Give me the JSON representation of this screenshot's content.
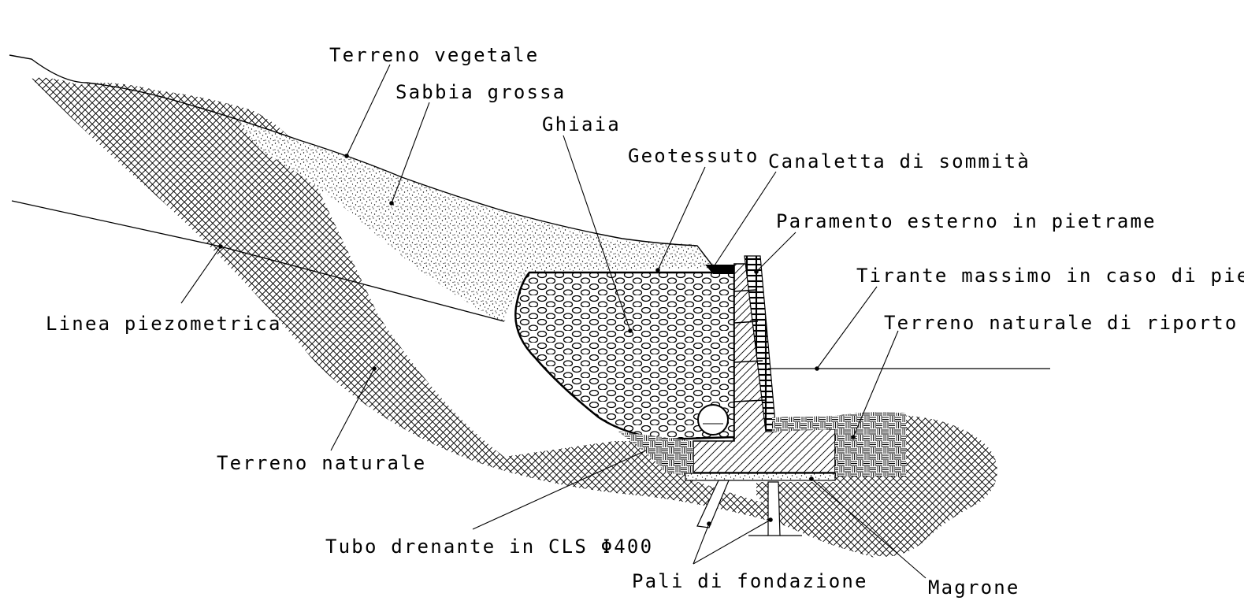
{
  "labels": {
    "terreno_vegetale": "Terreno vegetale",
    "sabbia_grossa": "Sabbia grossa",
    "ghiaia": "Ghiaia",
    "geotessuto": "Geotessuto",
    "canaletta": "Canaletta di sommità",
    "paramento": "Paramento esterno in pietrame",
    "tirante": "Tirante massimo in caso di piena",
    "linea_piezometrica": "Linea piezometrica",
    "terreno_riporto": "Terreno naturale di riporto",
    "terreno_naturale": "Terreno naturale",
    "tubo": "Tubo drenante in CLS Φ400",
    "pali": "Pali di fondazione",
    "magrone": "Magrone"
  },
  "colors": {
    "line": "#000000",
    "background": "#ffffff"
  }
}
